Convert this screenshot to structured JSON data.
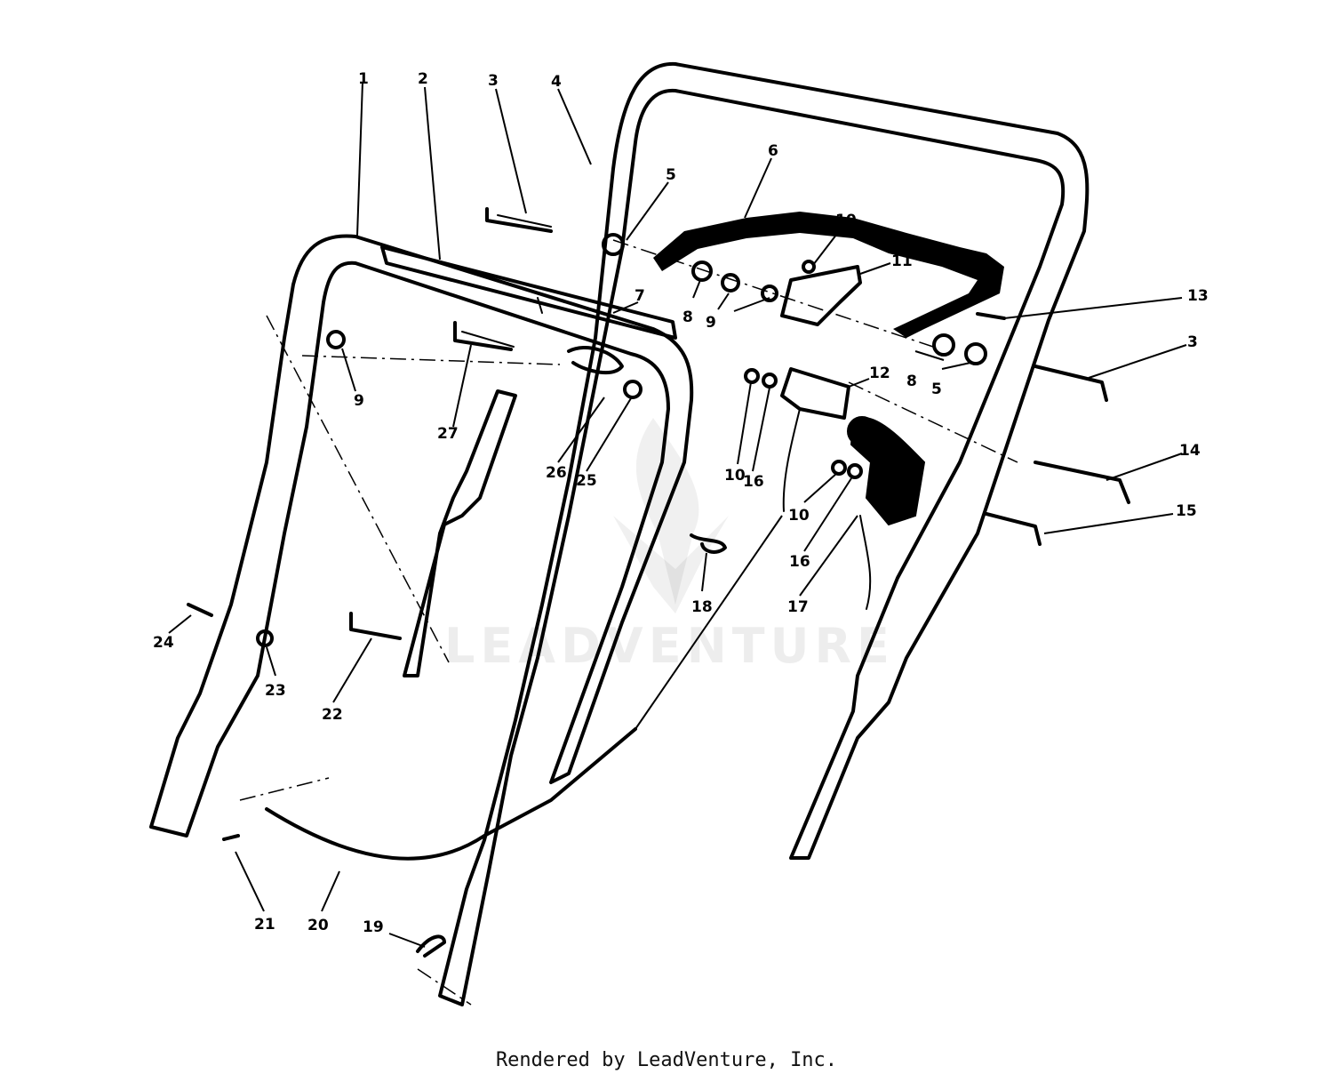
{
  "watermark": {
    "text": "LEADVENTURE"
  },
  "footer": {
    "text": "Rendered by LeadVenture, Inc."
  },
  "callouts": {
    "c1": "1",
    "c2": "2",
    "c3a": "3",
    "c3b": "3",
    "c4": "4",
    "c5a": "5",
    "c5b": "5",
    "c6": "6",
    "c7": "7",
    "c8a": "8",
    "c8b": "8",
    "c9a": "9",
    "c9b": "9",
    "c10a": "10",
    "c10b": "10",
    "c10c": "10",
    "c11": "11",
    "c12": "12",
    "c13": "13",
    "c14": "14",
    "c15": "15",
    "c16a": "16",
    "c16b": "16",
    "c17": "17",
    "c18": "18",
    "c19": "19",
    "c20": "20",
    "c21": "21",
    "c22": "22",
    "c23": "23",
    "c24": "24",
    "c25": "25",
    "c26": "26",
    "c27": "27"
  }
}
